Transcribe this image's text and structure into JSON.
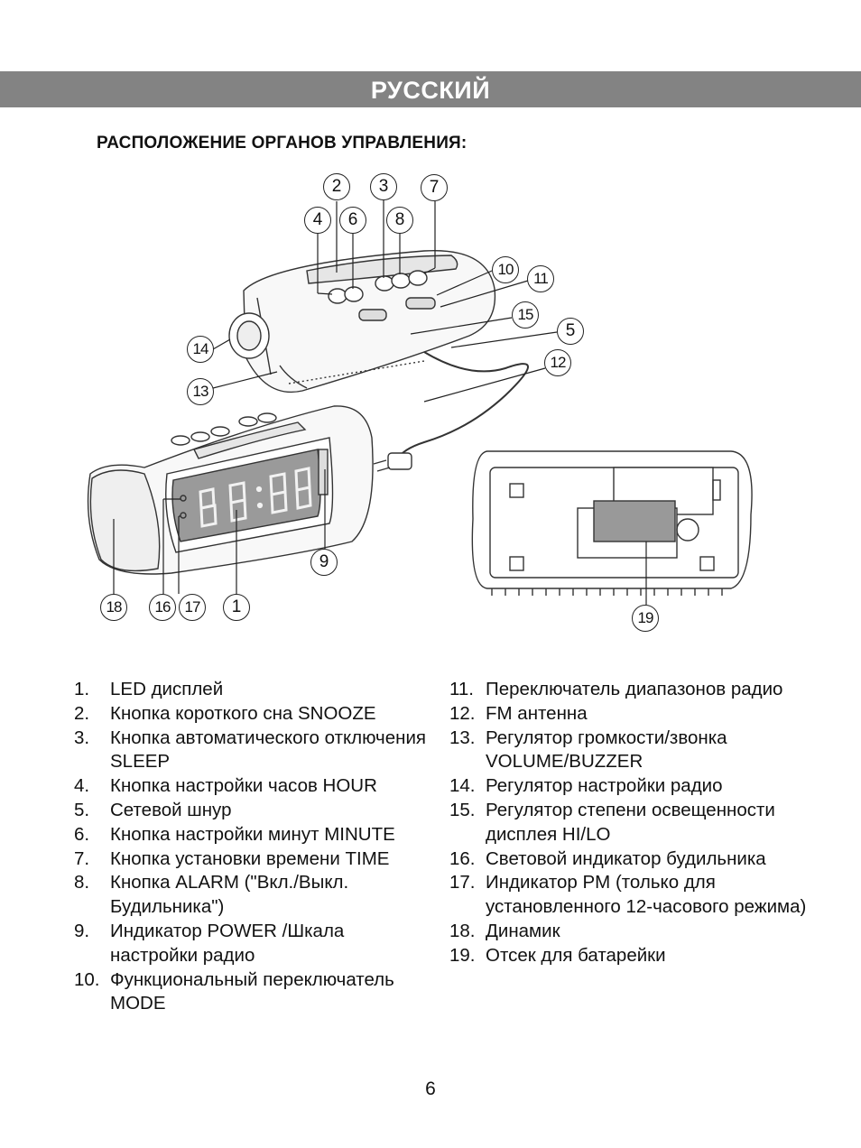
{
  "header": {
    "language": "РУССКИЙ"
  },
  "section_title": "РАСПОЛОЖЕНИЕ ОРГАНОВ УПРАВЛЕНИЯ:",
  "callouts": {
    "c1": "1",
    "c2": "2",
    "c3": "3",
    "c4": "4",
    "c5": "5",
    "c6": "6",
    "c7": "7",
    "c8": "8",
    "c9": "9",
    "c10": "10",
    "c11": "11",
    "c12": "12",
    "c13": "13",
    "c14": "14",
    "c15": "15",
    "c16": "16",
    "c17": "17",
    "c18": "18",
    "c19": "19"
  },
  "legend_left": [
    {
      "num": "1.",
      "text": "LED дисплей"
    },
    {
      "num": "2.",
      "text": "Кнопка короткого сна SNOOZE"
    },
    {
      "num": "3.",
      "text": "Кнопка автоматического отключения SLEEP"
    },
    {
      "num": "4.",
      "text": "Кнопка настройки часов HOUR"
    },
    {
      "num": "5.",
      "text": "Сетевой шнур"
    },
    {
      "num": "6.",
      "text": "Кнопка настройки минут MINUTE"
    },
    {
      "num": "7.",
      "text": "Кнопка установки времени TIME"
    },
    {
      "num": "8.",
      "text": "Кнопка ALARM (\"Вкл./Выкл. Будильника\")"
    },
    {
      "num": "9.",
      "text": "Индикатор POWER /Шкала настройки радио"
    },
    {
      "num": "10.",
      "text": "Функциональный переключатель MODE"
    }
  ],
  "legend_right": [
    {
      "num": "11.",
      "text": "Переключатель диапазонов радио"
    },
    {
      "num": "12.",
      "text": "FM антенна"
    },
    {
      "num": "13.",
      "text": "Регулятор громкости/звонка VOLUME/BUZZER"
    },
    {
      "num": "14.",
      "text": "Регулятор настройки радио"
    },
    {
      "num": "15.",
      "text": "Регулятор степени освещенности дисплея HI/LO"
    },
    {
      "num": "16.",
      "text": "Световой индикатор будильника"
    },
    {
      "num": "17.",
      "text": "Индикатор PM (только для установленного 12-часового режима)"
    },
    {
      "num": "18.",
      "text": "Динамик"
    },
    {
      "num": "19.",
      "text": "Отсек для батарейки"
    }
  ],
  "page_number": "6"
}
